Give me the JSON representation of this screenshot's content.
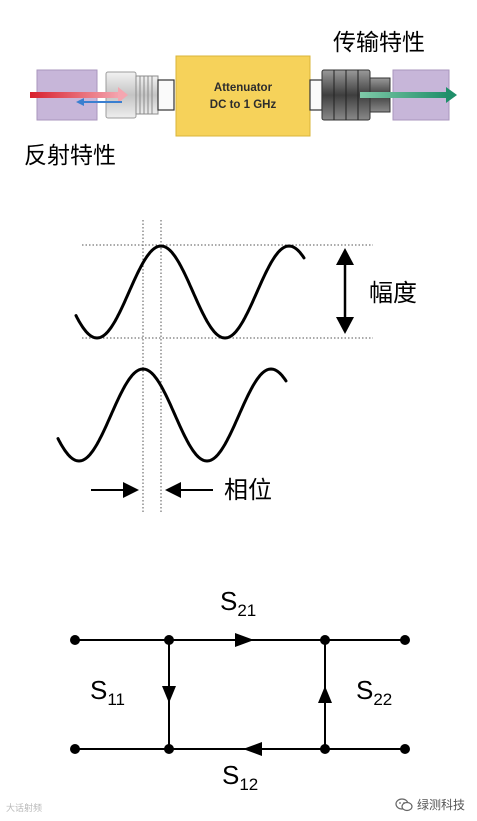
{
  "top": {
    "reflection_label": "反射特性",
    "transmission_label": "传输特性",
    "attenuator_line1": "Attenuator",
    "attenuator_line2": "DC to 1 GHz",
    "colors": {
      "port_box": "#c7b6d9",
      "attenuator": "#f6d25a",
      "incident_arrow": "#d8202e",
      "reflected_arrow": "#3a7fd0",
      "transmitted_arrow": "#1f8f6a"
    }
  },
  "middle": {
    "amplitude_label": "幅度",
    "phase_label": "相位"
  },
  "bottom": {
    "s21": {
      "main": "S",
      "sub": "21"
    },
    "s11": {
      "main": "S",
      "sub": "11"
    },
    "s22": {
      "main": "S",
      "sub": "22"
    },
    "s12": {
      "main": "S",
      "sub": "12"
    }
  },
  "watermark": {
    "left_text": "大话射频",
    "right_text": "绿测科技",
    "right_icon": "wechat-icon"
  }
}
